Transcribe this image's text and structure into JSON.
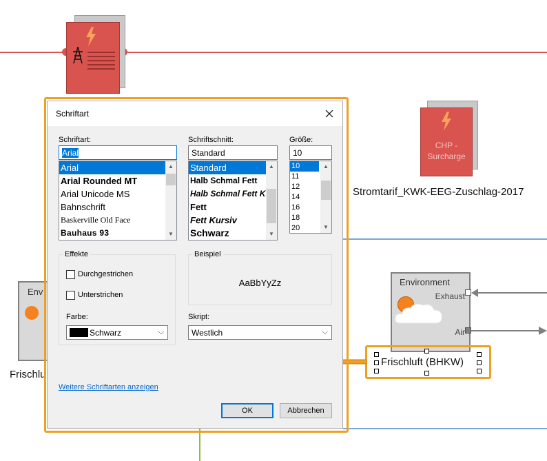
{
  "diagram": {
    "stromtarif_label": "Stromtarif_KWK-EEG-Zuschlag-2017",
    "chp_label": "CHP - Surcharge",
    "environment_title_right": "Environment",
    "environment_title_left": "Env",
    "exhaust_label": "Exhaust",
    "air_label": "Air",
    "frischluft_selected": "Frischluft (BHKW)",
    "frischluft_left": "Frischlu",
    "colors": {
      "red": "#d9534f",
      "blue": "#7aa6d9",
      "green": "#8fbf3a",
      "highlight": "#f0a020"
    }
  },
  "dialog": {
    "title": "Schriftart",
    "font_label": "Schriftart:",
    "font_value": "Arial",
    "fonts": [
      "Arial",
      "Arial Rounded MT",
      "Arial Unicode MS",
      "Bahnschrift",
      "Baskerville Old Face",
      "Bauhaus 93"
    ],
    "style_label": "Schriftschnitt:",
    "style_value": "Standard",
    "styles": [
      "Standard",
      "Halb Schmal Fett",
      "Halb Schmal Fett Ku",
      "Fett",
      "Fett Kursiv",
      "Schwarz"
    ],
    "size_label": "Größe:",
    "size_value": "10",
    "sizes": [
      "10",
      "11",
      "12",
      "14",
      "16",
      "18",
      "20"
    ],
    "effects_title": "Effekte",
    "strike_label": "Durchgestrichen",
    "underline_label": "Unterstrichen",
    "color_label": "Farbe:",
    "color_value": "Schwarz",
    "sample_title": "Beispiel",
    "sample_text": "AaBbYyZz",
    "script_label": "Skript:",
    "script_value": "Westlich",
    "more_fonts_link": "Weitere Schriftarten anzeigen",
    "ok_label": "OK",
    "cancel_label": "Abbrechen"
  }
}
